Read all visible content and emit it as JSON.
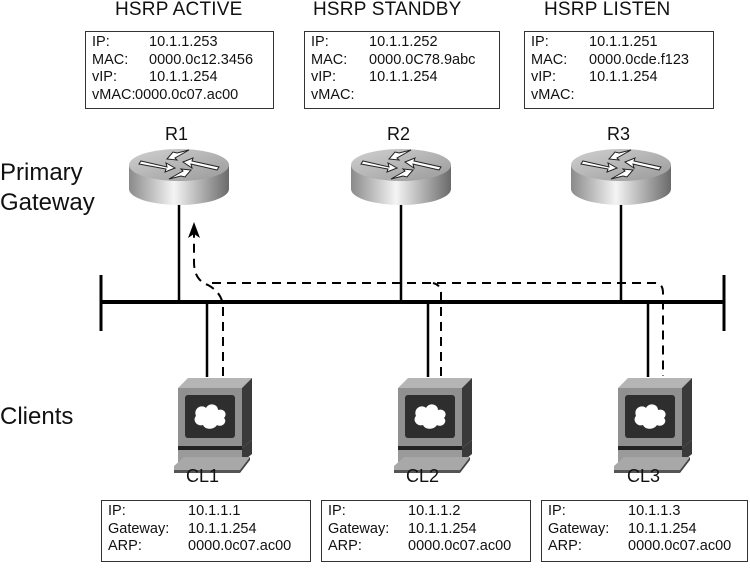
{
  "side_labels": {
    "primary_gateway": [
      "Primary",
      "Gateway"
    ],
    "clients": "Clients"
  },
  "routers": [
    {
      "name": "R1",
      "role": "HSRP ACTIVE",
      "info": [
        {
          "key": "IP:",
          "value": "10.1.1.253"
        },
        {
          "key": "MAC:",
          "value": "0000.0c12.3456"
        },
        {
          "key": "vIP:",
          "value": "10.1.1.254"
        },
        {
          "key": "vMAC:",
          "value": "0000.0c07.ac00"
        }
      ]
    },
    {
      "name": "R2",
      "role": "HSRP STANDBY",
      "info": [
        {
          "key": "IP:",
          "value": "10.1.1.252"
        },
        {
          "key": "MAC:",
          "value": "0000.0C78.9abc"
        },
        {
          "key": "vIP:",
          "value": "10.1.1.254"
        },
        {
          "key": "vMAC:",
          "value": ""
        }
      ]
    },
    {
      "name": "R3",
      "role": "HSRP LISTEN",
      "info": [
        {
          "key": "IP:",
          "value": "10.1.1.251"
        },
        {
          "key": "MAC:",
          "value": "0000.0cde.f123"
        },
        {
          "key": "vIP:",
          "value": "10.1.1.254"
        },
        {
          "key": "vMAC:",
          "value": ""
        }
      ]
    }
  ],
  "clients": [
    {
      "name": "CL1",
      "info": [
        {
          "key": "IP:",
          "value": "10.1.1.1"
        },
        {
          "key": "Gateway:",
          "value": "10.1.1.254"
        },
        {
          "key": "ARP:",
          "value": "0000.0c07.ac00"
        }
      ]
    },
    {
      "name": "CL2",
      "info": [
        {
          "key": "IP:",
          "value": "10.1.1.2"
        },
        {
          "key": "Gateway:",
          "value": "10.1.1.254"
        },
        {
          "key": "ARP:",
          "value": "0000.0c07.ac00"
        }
      ]
    },
    {
      "name": "CL3",
      "info": [
        {
          "key": "IP:",
          "value": "10.1.1.3"
        },
        {
          "key": "Gateway:",
          "value": "10.1.1.254"
        },
        {
          "key": "ARP:",
          "value": "0000.0c07.ac00"
        }
      ]
    }
  ],
  "icons": {
    "router": "router-icon",
    "client": "workstation-icon",
    "traffic_arrow": "arrow-up-icon"
  },
  "colors": {
    "line": "#000000",
    "router_light": "#e8e8e8",
    "router_dark": "#6e6e6e",
    "monitor_body": "#8f8f8f",
    "monitor_screen": "#2e2e2e"
  }
}
